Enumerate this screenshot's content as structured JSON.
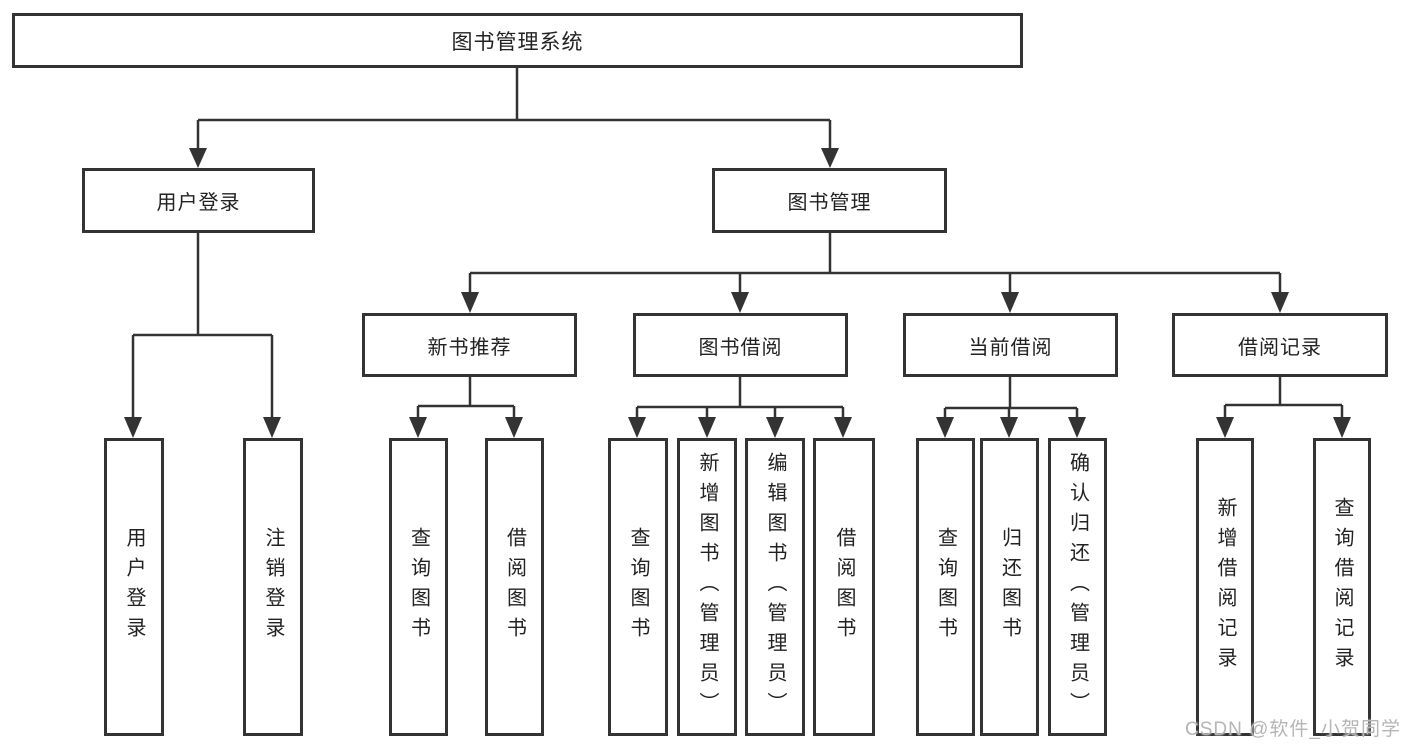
{
  "diagram": {
    "root": {
      "label": "图书管理系统"
    },
    "branches": [
      {
        "label": "用户登录",
        "leaves": [
          "用户登录",
          "注销登录"
        ]
      },
      {
        "label": "图书管理",
        "children": [
          {
            "label": "新书推荐",
            "leaves": [
              "查询图书",
              "借阅图书"
            ]
          },
          {
            "label": "图书借阅",
            "leaves": [
              "查询图书",
              "新增图书（管理员）",
              "编辑图书（管理员）",
              "借阅图书"
            ]
          },
          {
            "label": "当前借阅",
            "leaves": [
              "查询图书",
              "归还图书",
              "确认归还（管理员）"
            ]
          },
          {
            "label": "借阅记录",
            "leaves": [
              "新增借阅记录",
              "查询借阅记录"
            ]
          }
        ]
      }
    ]
  },
  "watermark": {
    "text": "CSDN @软件_小贺同学",
    "color": "#b5b5b5"
  },
  "colors": {
    "line": "#333333",
    "text": "#222222",
    "background": "#ffffff"
  }
}
